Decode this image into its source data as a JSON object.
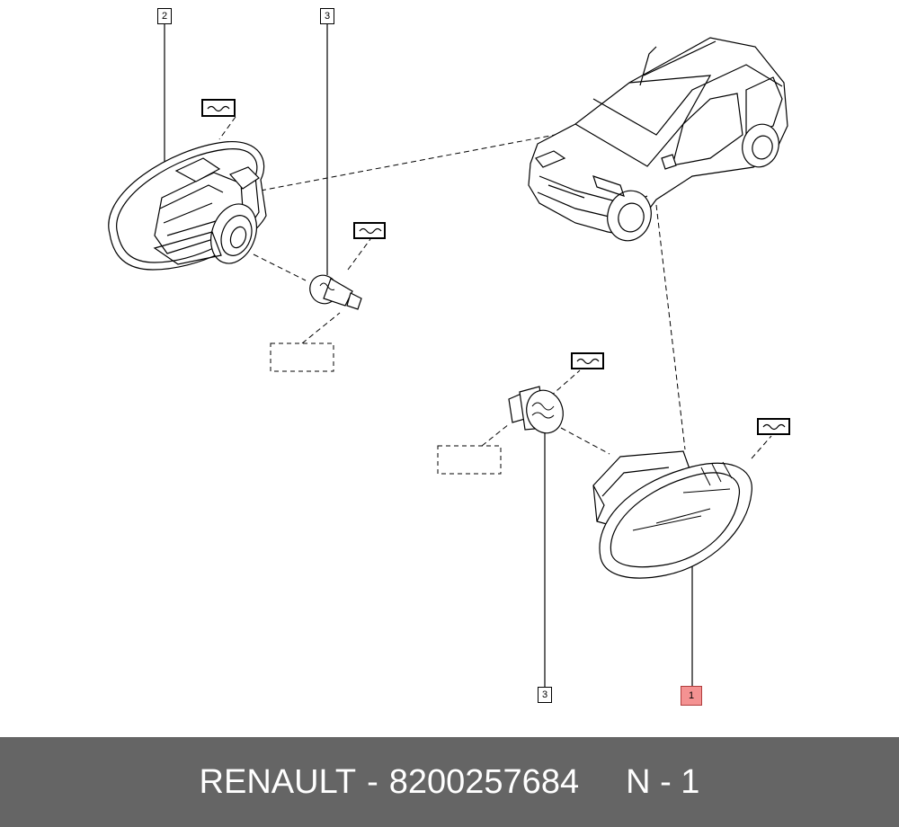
{
  "diagram": {
    "callouts": {
      "c2": "2",
      "c3_top": "3",
      "c3_bottom": "3",
      "c1": "1"
    },
    "highlight_color": "#f49292"
  },
  "footer": {
    "brand": "RENAULT",
    "separator": "-",
    "part_number": "8200257684",
    "position": "N - 1"
  }
}
